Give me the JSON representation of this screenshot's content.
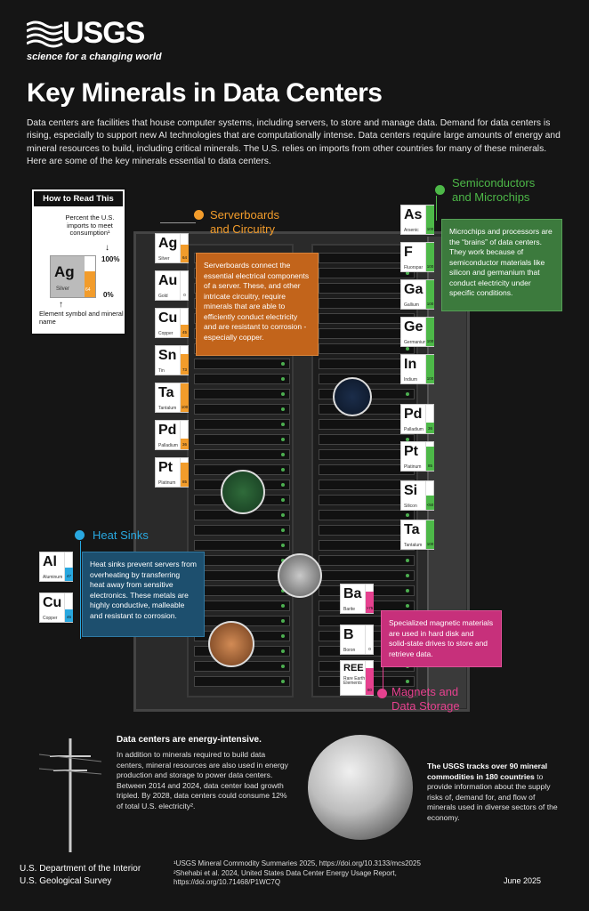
{
  "header": {
    "logo_text": "USGS",
    "logo_tagline": "science for a changing world",
    "title": "Key Minerals in Data Centers",
    "intro": "Data centers are facilities that house computer systems, including servers, to store and manage data. Demand for data centers is rising, especially to support new AI technologies that are computationally intense. Data centers require large amounts of energy and mineral resources to build, including critical minerals. The U.S. relies on imports from other countries for many of these minerals. Here are some of the key minerals essential to data centers."
  },
  "howto": {
    "title": "How to Read This",
    "percent_label": "Percent the U.S. imports to meet consumption¹",
    "example_symbol": "Ag",
    "example_name": "Silver",
    "example_value": "64",
    "example_fraction": 0.64,
    "label_100": "100%",
    "label_0": "0%",
    "element_label": "Element symbol and mineral name"
  },
  "serverboards": {
    "title": "Serverboards and Circuitry",
    "title_line1": "Serverboards",
    "title_line2": "and Circuitry",
    "color": "#f29c2b",
    "text": "Serverboards connect the essential electrical components of a server. These, and other intricate circuitry, require minerals that are able to efficiently conduct electricity and are resistant to corrosion - especially copper.",
    "minerals": [
      {
        "symbol": "Ag",
        "name": "Silver",
        "value": "64",
        "fraction": 0.64
      },
      {
        "symbol": "Au",
        "name": "Gold",
        "value": "0",
        "fraction": 0.0
      },
      {
        "symbol": "Cu",
        "name": "Copper",
        "value": "45",
        "fraction": 0.45
      },
      {
        "symbol": "Sn",
        "name": "Tin",
        "value": "73",
        "fraction": 0.73
      },
      {
        "symbol": "Ta",
        "name": "Tantalum",
        "value": "100",
        "fraction": 1.0
      },
      {
        "symbol": "Pd",
        "name": "Palladium",
        "value": "36",
        "fraction": 0.36
      },
      {
        "symbol": "Pt",
        "name": "Platinum",
        "value": "85",
        "fraction": 0.85
      }
    ]
  },
  "semiconductors": {
    "title_line1": "Semiconductors",
    "title_line2": "and Microchips",
    "color": "#4db848",
    "text": "Microchips and processors are the “brains” of data centers. They work because of semiconductor materials like silicon and germanium that conduct electricity under specific conditions.",
    "minerals": [
      {
        "symbol": "As",
        "name": "Arsenic",
        "value": "100",
        "fraction": 1.0
      },
      {
        "symbol": "F",
        "name": "Fluorspar",
        "value": "100",
        "fraction": 1.0
      },
      {
        "symbol": "Ga",
        "name": "Gallium",
        "value": "100",
        "fraction": 1.0
      },
      {
        "symbol": "Ge",
        "name": "Germanium",
        "value": "100",
        "fraction": 1.0
      },
      {
        "symbol": "In",
        "name": "Indium",
        "value": "100",
        "fraction": 1.0
      },
      {
        "symbol": "Pd",
        "name": "Palladium",
        "value": "36",
        "fraction": 0.36
      },
      {
        "symbol": "Pt",
        "name": "Platinum",
        "value": "85",
        "fraction": 0.85
      },
      {
        "symbol": "Si",
        "name": "Silicon",
        "value": "<50",
        "fraction": 0.5
      },
      {
        "symbol": "Ta",
        "name": "Tantalum",
        "value": "100",
        "fraction": 1.0
      }
    ]
  },
  "heatsinks": {
    "title": "Heat Sinks",
    "color": "#29a8e0",
    "text": "Heat sinks prevent servers from overheating by transferring heat away from sensitive electronics. These metals are highly conductive, malleable and resistant to corrosion.",
    "minerals": [
      {
        "symbol": "Al",
        "name": "Aluminum",
        "value": "47",
        "fraction": 0.47
      },
      {
        "symbol": "Cu",
        "name": "Copper",
        "value": "45",
        "fraction": 0.45
      }
    ]
  },
  "magnets": {
    "title_line1": "Magnets and",
    "title_line2": "Data Storage",
    "color": "#e6418f",
    "text": "Specialized magnetic materials are used in hard disk and solid-state drives to store and retrieve data.",
    "minerals": [
      {
        "symbol": "Ba",
        "name": "Barite",
        "value": ">75",
        "fraction": 0.75
      },
      {
        "symbol": "B",
        "name": "Boron",
        "value": "0",
        "fraction": 0.0
      },
      {
        "symbol": "REE",
        "name": "Rare Earth Elements",
        "value": "80",
        "fraction": 0.8
      }
    ]
  },
  "energy": {
    "title": "Data centers are energy-intensive.",
    "text": "In addition to minerals required to build data centers, mineral resources are also used in energy production and storage to power data centers. Between 2014 and 2024, data center load growth tripled. By 2028, data centers could consume 12% of total U.S. electricity²."
  },
  "tracking": {
    "bold": "The USGS tracks over 90 mineral commodities in 180 countries",
    "text": " to provide information about the supply risks of, demand for, and flow of minerals used in diverse sectors of the economy."
  },
  "footer": {
    "dept_line1": "U.S. Department of the Interior",
    "dept_line2": "U.S. Geological Survey",
    "ref1": "¹USGS Mineral Commodity Summaries 2025, https://doi.org/10.3133/mcs2025",
    "ref2": "²Shehabi et al. 2024, United States Data Center Energy Usage Report, https://doi.org/10.71468/P1WC7Q",
    "date": "June 2025"
  }
}
